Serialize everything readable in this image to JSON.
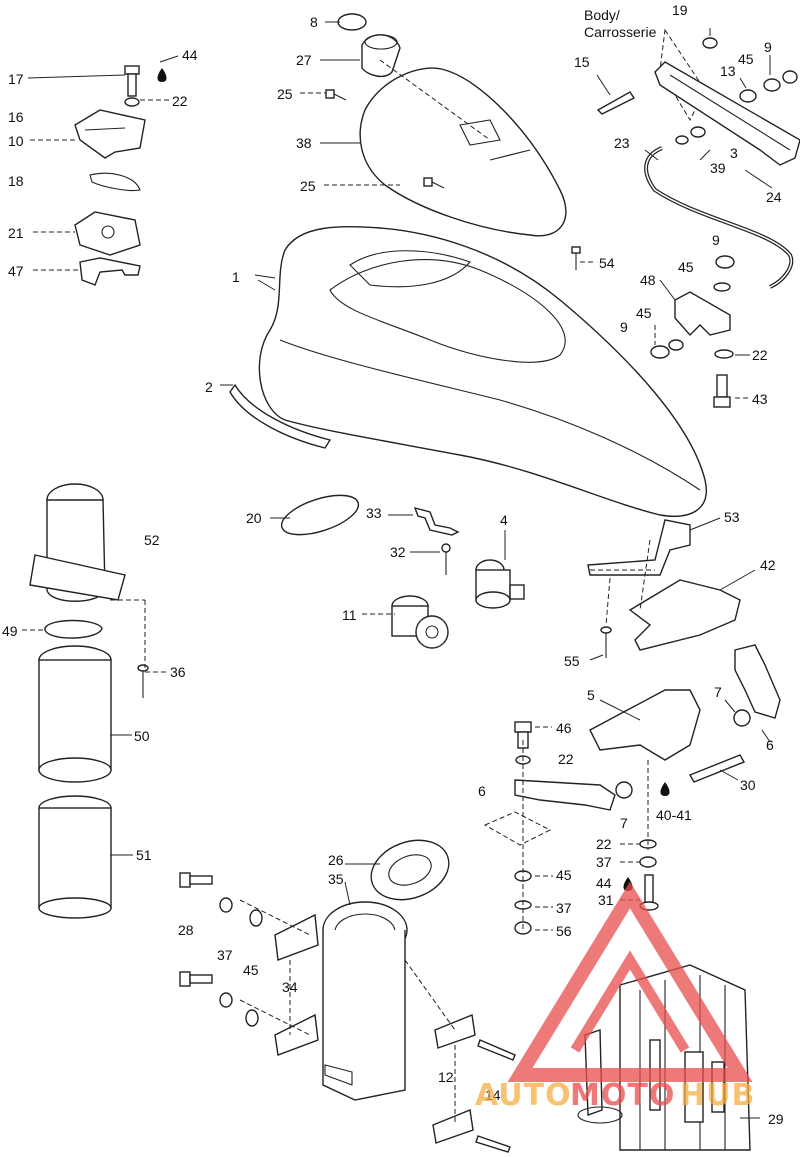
{
  "header": {
    "body_line1": "Body/",
    "body_line2": "Carrosserie"
  },
  "callouts": [
    {
      "id": "c1",
      "text": "1"
    },
    {
      "id": "c2",
      "text": "2"
    },
    {
      "id": "c3",
      "text": "3"
    },
    {
      "id": "c4",
      "text": "4"
    },
    {
      "id": "c5",
      "text": "5"
    },
    {
      "id": "c6a",
      "text": "6"
    },
    {
      "id": "c6b",
      "text": "6"
    },
    {
      "id": "c7a",
      "text": "7"
    },
    {
      "id": "c7b",
      "text": "7"
    },
    {
      "id": "c8",
      "text": "8"
    },
    {
      "id": "c9a",
      "text": "9"
    },
    {
      "id": "c9b",
      "text": "9"
    },
    {
      "id": "c9c",
      "text": "9"
    },
    {
      "id": "c10",
      "text": "10"
    },
    {
      "id": "c11",
      "text": "11"
    },
    {
      "id": "c12",
      "text": "12"
    },
    {
      "id": "c13",
      "text": "13"
    },
    {
      "id": "c14",
      "text": "14"
    },
    {
      "id": "c15",
      "text": "15"
    },
    {
      "id": "c16",
      "text": "16"
    },
    {
      "id": "c17",
      "text": "17"
    },
    {
      "id": "c18",
      "text": "18"
    },
    {
      "id": "c19",
      "text": "19"
    },
    {
      "id": "c20",
      "text": "20"
    },
    {
      "id": "c21",
      "text": "21"
    },
    {
      "id": "c22a",
      "text": "22"
    },
    {
      "id": "c22b",
      "text": "22"
    },
    {
      "id": "c22c",
      "text": "22"
    },
    {
      "id": "c22d",
      "text": "22"
    },
    {
      "id": "c23",
      "text": "23"
    },
    {
      "id": "c24",
      "text": "24"
    },
    {
      "id": "c25a",
      "text": "25"
    },
    {
      "id": "c25b",
      "text": "25"
    },
    {
      "id": "c26",
      "text": "26"
    },
    {
      "id": "c27",
      "text": "27"
    },
    {
      "id": "c28",
      "text": "28"
    },
    {
      "id": "c29",
      "text": "29"
    },
    {
      "id": "c30",
      "text": "30"
    },
    {
      "id": "c31",
      "text": "31"
    },
    {
      "id": "c32",
      "text": "32"
    },
    {
      "id": "c33",
      "text": "33"
    },
    {
      "id": "c34",
      "text": "34"
    },
    {
      "id": "c35",
      "text": "35"
    },
    {
      "id": "c36",
      "text": "36"
    },
    {
      "id": "c37a",
      "text": "37"
    },
    {
      "id": "c37b",
      "text": "37"
    },
    {
      "id": "c37c",
      "text": "37"
    },
    {
      "id": "c38",
      "text": "38"
    },
    {
      "id": "c39",
      "text": "39"
    },
    {
      "id": "c4041",
      "text": "40-41"
    },
    {
      "id": "c42",
      "text": "42"
    },
    {
      "id": "c43",
      "text": "43"
    },
    {
      "id": "c44a",
      "text": "44"
    },
    {
      "id": "c44b",
      "text": "44"
    },
    {
      "id": "c45a",
      "text": "45"
    },
    {
      "id": "c45b",
      "text": "45"
    },
    {
      "id": "c45c",
      "text": "45"
    },
    {
      "id": "c45d",
      "text": "45"
    },
    {
      "id": "c45e",
      "text": "45"
    },
    {
      "id": "c46",
      "text": "46"
    },
    {
      "id": "c47",
      "text": "47"
    },
    {
      "id": "c48",
      "text": "48"
    },
    {
      "id": "c49",
      "text": "49"
    },
    {
      "id": "c50",
      "text": "50"
    },
    {
      "id": "c51",
      "text": "51"
    },
    {
      "id": "c52",
      "text": "52"
    },
    {
      "id": "c53",
      "text": "53"
    },
    {
      "id": "c54",
      "text": "54"
    },
    {
      "id": "c55",
      "text": "55"
    },
    {
      "id": "c56",
      "text": "56"
    }
  ],
  "watermark": {
    "part1": "AUTO",
    "part2": "MOTO",
    "part3": "HUB"
  },
  "colors": {
    "watermark_orange": "#f5b041",
    "watermark_red": "#e84d4d",
    "line": "#222222"
  }
}
